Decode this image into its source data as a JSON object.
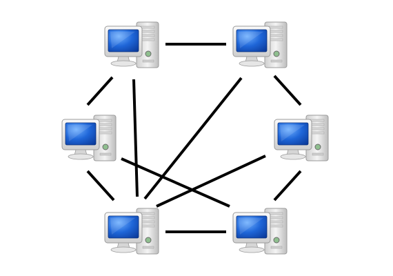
{
  "nodes": [
    {
      "id": "top-left",
      "icon": "desktop-computer-icon"
    },
    {
      "id": "top-right",
      "icon": "desktop-computer-icon"
    },
    {
      "id": "mid-left",
      "icon": "desktop-computer-icon"
    },
    {
      "id": "mid-right",
      "icon": "desktop-computer-icon"
    },
    {
      "id": "bottom-left",
      "icon": "desktop-computer-icon"
    },
    {
      "id": "bottom-right",
      "icon": "desktop-computer-icon"
    }
  ],
  "links": [
    [
      "top-left",
      "top-right"
    ],
    [
      "top-left",
      "mid-left"
    ],
    [
      "top-left",
      "bottom-left"
    ],
    [
      "top-right",
      "mid-right"
    ],
    [
      "top-right",
      "bottom-left"
    ],
    [
      "mid-left",
      "bottom-left"
    ],
    [
      "mid-left",
      "bottom-right"
    ],
    [
      "mid-right",
      "bottom-left"
    ],
    [
      "mid-right",
      "bottom-right"
    ],
    [
      "bottom-left",
      "bottom-right"
    ]
  ],
  "colors": {
    "screen": "#1a5fd0",
    "screen_highlight": "#5aa0f0",
    "case": "#e8e8e8",
    "case_shadow": "#b8b8b8",
    "link": "#000000"
  }
}
